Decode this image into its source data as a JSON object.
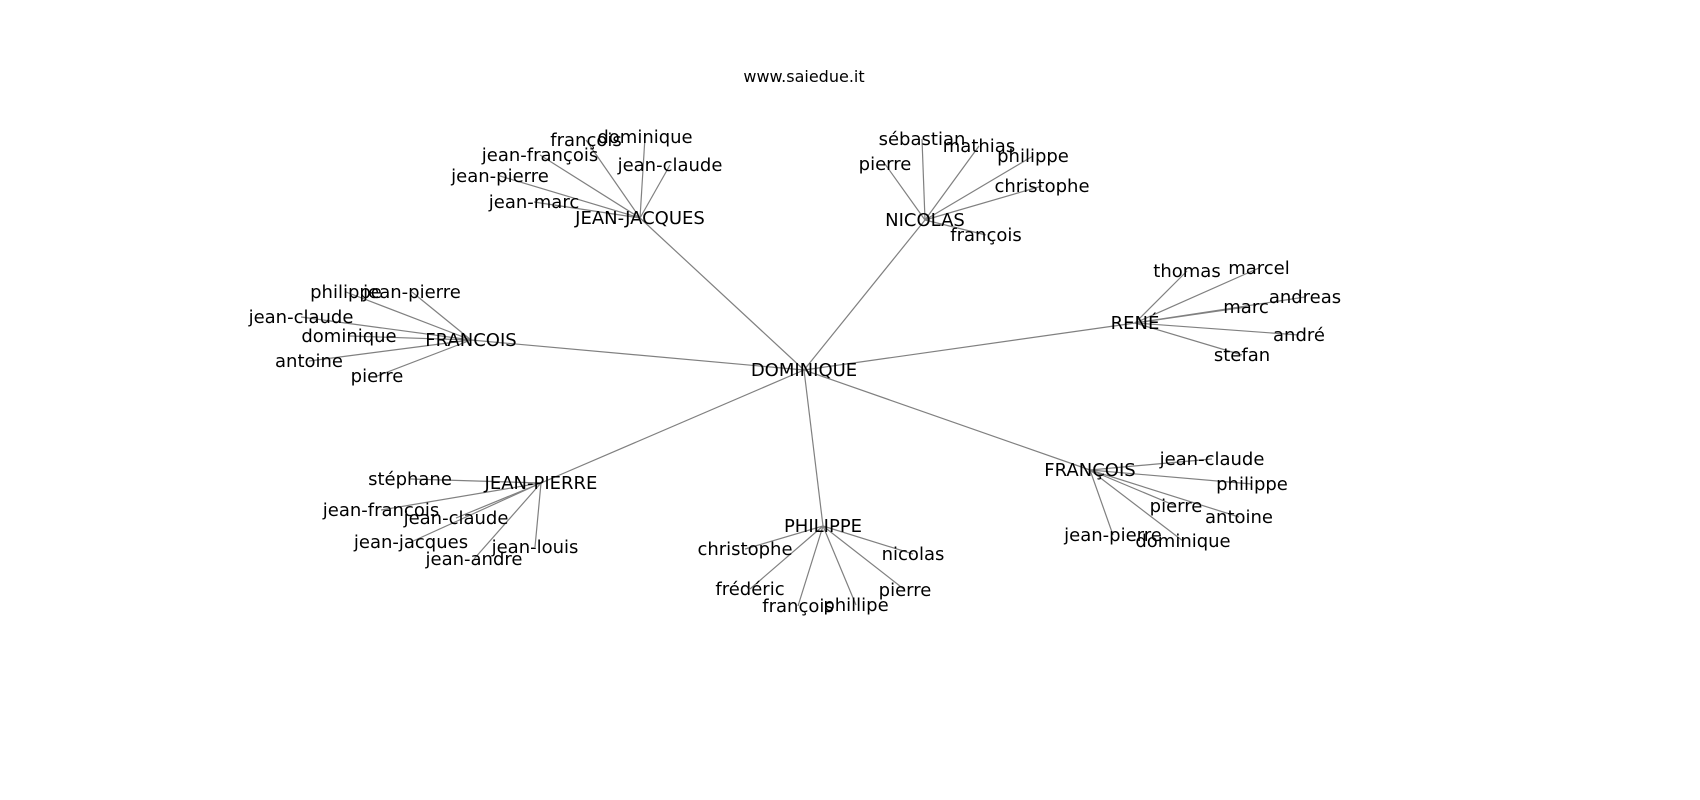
{
  "title": "www.saiedue.it",
  "root": "DOMINIQUE",
  "hubs": [
    {
      "label": "JEAN-JACQUES",
      "children": [
        "françois",
        "dominique",
        "jean-françois",
        "jean-claude",
        "jean-pierre",
        "jean-marc"
      ]
    },
    {
      "label": "NICOLAS",
      "children": [
        "sébastian",
        "mathias",
        "pierre",
        "philippe",
        "christophe",
        "françois"
      ]
    },
    {
      "label": "FRANCOIS",
      "children": [
        "philippe",
        "jean-pierre",
        "jean-claude",
        "dominique",
        "antoine",
        "pierre"
      ]
    },
    {
      "label": "RENÉ",
      "children": [
        "thomas",
        "marcel",
        "marc",
        "andreas",
        "andré",
        "stefan"
      ]
    },
    {
      "label": "JEAN-PIERRE",
      "children": [
        "stéphane",
        "jean-francois",
        "jean-claude",
        "jean-jacques",
        "jean-louis",
        "jean-andre"
      ]
    },
    {
      "label": "PHILIPPE",
      "children": [
        "christophe",
        "nicolas",
        "frédéric",
        "pierre",
        "françois",
        "phillipe"
      ]
    },
    {
      "label": "FRANÇOIS",
      "children": [
        "jean-claude",
        "philippe",
        "pierre",
        "antoine",
        "jean-pierre",
        "dominique"
      ]
    }
  ],
  "colors": {
    "edge": "#808080",
    "text": "#000000"
  }
}
